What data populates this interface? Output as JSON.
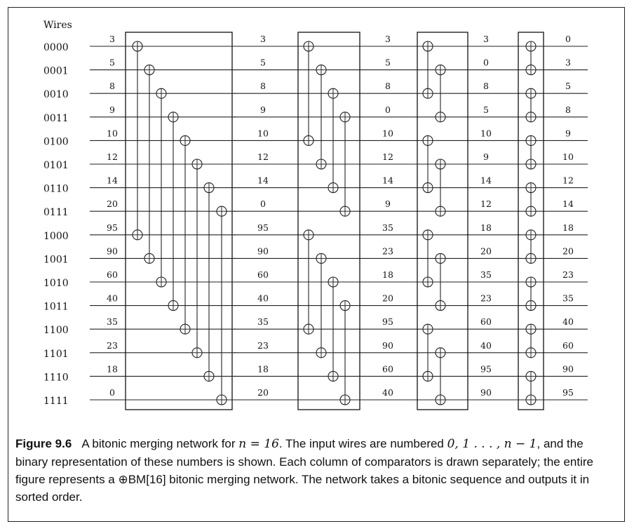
{
  "diagram": {
    "wires_heading": "Wires",
    "wire_labels": [
      "0000",
      "0001",
      "0010",
      "0011",
      "0100",
      "0101",
      "0110",
      "0111",
      "1000",
      "1001",
      "1010",
      "1011",
      "1100",
      "1101",
      "1110",
      "1111"
    ],
    "value_columns": [
      [
        "3",
        "5",
        "8",
        "9",
        "10",
        "12",
        "14",
        "20",
        "95",
        "90",
        "60",
        "40",
        "35",
        "23",
        "18",
        "0"
      ],
      [
        "3",
        "5",
        "8",
        "9",
        "10",
        "12",
        "14",
        "0",
        "95",
        "90",
        "60",
        "40",
        "35",
        "23",
        "18",
        "20"
      ],
      [
        "3",
        "5",
        "8",
        "0",
        "10",
        "12",
        "14",
        "9",
        "35",
        "23",
        "18",
        "20",
        "95",
        "90",
        "60",
        "40"
      ],
      [
        "3",
        "0",
        "8",
        "5",
        "10",
        "9",
        "14",
        "12",
        "18",
        "20",
        "35",
        "23",
        "60",
        "40",
        "95",
        "90"
      ],
      [
        "0",
        "3",
        "5",
        "8",
        "9",
        "10",
        "12",
        "14",
        "18",
        "20",
        "23",
        "35",
        "40",
        "60",
        "90",
        "95"
      ]
    ],
    "stages": [
      {
        "distance": 8
      },
      {
        "distance": 4
      },
      {
        "distance": 2
      },
      {
        "distance": 1
      }
    ]
  },
  "caption": {
    "figure_label": "Figure 9.6",
    "text_1": "A bitonic merging network for ",
    "math_1": "n = 16",
    "text_2": ". The input wires are numbered ",
    "math_2": "0, 1 . . . , n − 1",
    "text_3": ", and the binary representation of these numbers is shown. Each column of comparators is drawn separately; the entire figure represents a ⊕BM[16] bitonic merging network. The network takes a bitonic sequence and outputs it in sorted order."
  }
}
